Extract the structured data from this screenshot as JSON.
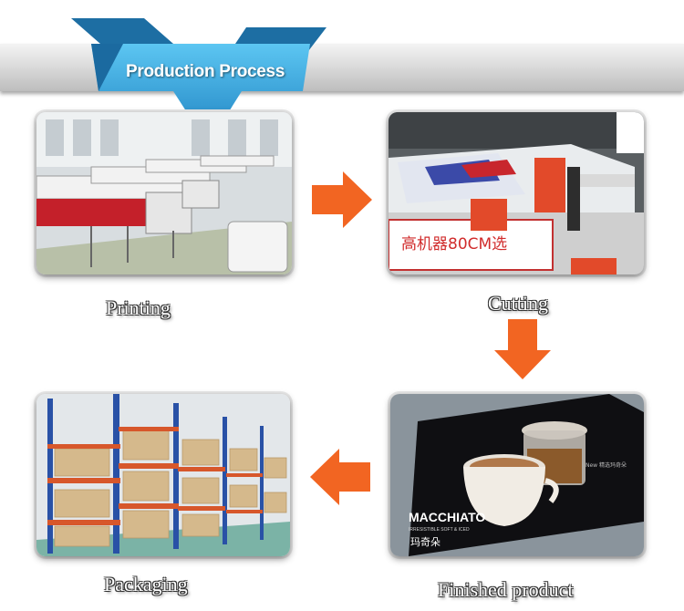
{
  "header": {
    "title": "Production Process"
  },
  "steps": [
    {
      "caption": "Printing"
    },
    {
      "caption": "Cutting"
    },
    {
      "caption": "Finished product"
    },
    {
      "caption": "Packaging"
    }
  ],
  "cutting_machine_label": "高机器80CM选",
  "poster": {
    "headline": "MACCHIATO",
    "subline": "IRRESISTIBLE SOFT & ICED",
    "brand_cn": "玛奇朵",
    "side_text": "New 精选玛奇朵"
  },
  "colors": {
    "accent": "#2aa1de",
    "arrow": "#f26522",
    "banner": "#d4d4d4"
  }
}
